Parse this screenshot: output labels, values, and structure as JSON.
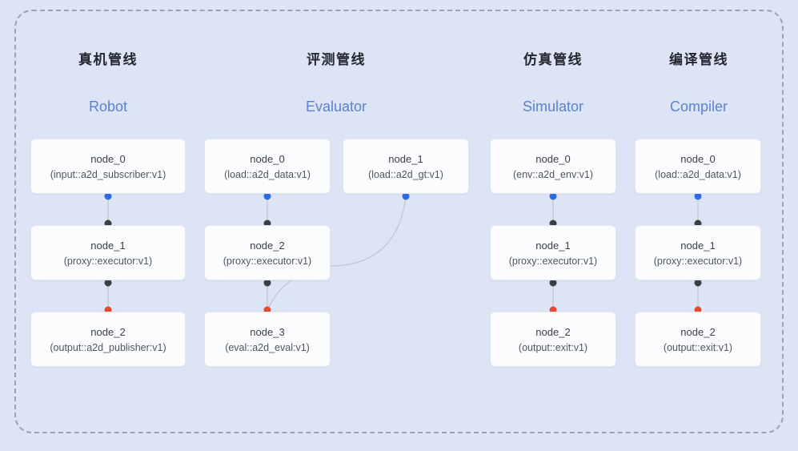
{
  "pipelines": [
    {
      "title_zh": "真机管线",
      "title_en": "Robot",
      "nodes": [
        {
          "name": "node_0",
          "type": "(input::a2d_subscriber:v1)"
        },
        {
          "name": "node_1",
          "type": "(proxy::executor:v1)"
        },
        {
          "name": "node_2",
          "type": "(output::a2d_publisher:v1)"
        }
      ]
    },
    {
      "title_zh": "评测管线",
      "title_en": "Evaluator",
      "nodes": [
        {
          "name": "node_0",
          "type": "(load::a2d_data:v1)"
        },
        {
          "name": "node_1",
          "type": "(load::a2d_gt:v1)"
        },
        {
          "name": "node_2",
          "type": "(proxy::executor:v1)"
        },
        {
          "name": "node_3",
          "type": "(eval::a2d_eval:v1)"
        }
      ]
    },
    {
      "title_zh": "仿真管线",
      "title_en": "Simulator",
      "nodes": [
        {
          "name": "node_0",
          "type": "(env::a2d_env:v1)"
        },
        {
          "name": "node_1",
          "type": "(proxy::executor:v1)"
        },
        {
          "name": "node_2",
          "type": "(output::exit:v1)"
        }
      ]
    },
    {
      "title_zh": "编译管线",
      "title_en": "Compiler",
      "nodes": [
        {
          "name": "node_0",
          "type": "(load::a2d_data:v1)"
        },
        {
          "name": "node_1",
          "type": "(proxy::executor:v1)"
        },
        {
          "name": "node_2",
          "type": "(output::exit:v1)"
        }
      ]
    }
  ],
  "colors": {
    "background": "#dce4f6",
    "border": "#9aa2b3",
    "node_bg": "#fbfcfe",
    "node_border": "#e3e6ee",
    "title_zh": "#24272d",
    "title_en": "#5b82d0",
    "dot_blue": "#2e6be6",
    "dot_black": "#3c4046",
    "dot_red": "#e5492f",
    "line": "#c6cad4"
  }
}
